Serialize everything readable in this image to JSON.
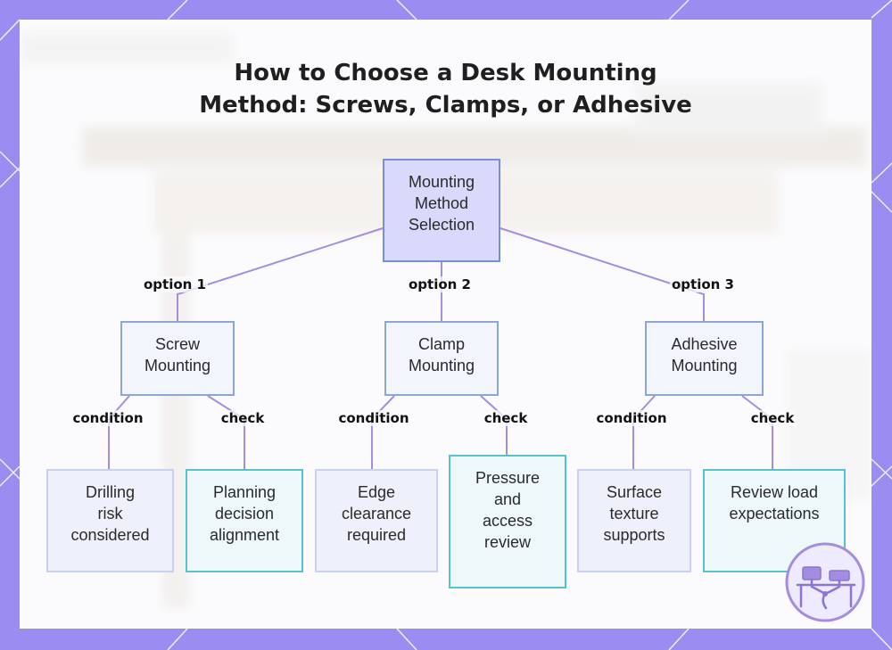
{
  "diagram": {
    "title_line1": "How to Choose a Desk Mounting",
    "title_line2": "Method: Screws, Clamps, or Adhesive",
    "root": {
      "lines": [
        "Mounting",
        "Method",
        "Selection"
      ]
    },
    "edge_labels": {
      "option1": "option 1",
      "option2": "option 2",
      "option3": "option 3",
      "condition": "condition",
      "check": "check"
    },
    "methods": [
      {
        "lines": [
          "Screw",
          "Mounting"
        ]
      },
      {
        "lines": [
          "Clamp",
          "Mounting"
        ]
      },
      {
        "lines": [
          "Adhesive",
          "Mounting"
        ]
      }
    ],
    "leaves": [
      {
        "lines": [
          "Drilling",
          "risk",
          "considered"
        ]
      },
      {
        "lines": [
          "Planning",
          "decision",
          "alignment"
        ]
      },
      {
        "lines": [
          "Edge",
          "clearance",
          "required"
        ]
      },
      {
        "lines": [
          "Pressure",
          "and",
          "access",
          "review"
        ]
      },
      {
        "lines": [
          "Surface",
          "texture",
          "supports"
        ]
      },
      {
        "lines": [
          "Review load",
          "expectations"
        ]
      }
    ],
    "colors": {
      "frame": "#9b8cf2",
      "connector": "#a48de0",
      "root_fill": "#d8d9fb",
      "condition_border": "#c9d1ee",
      "check_border": "#54c3cf"
    }
  }
}
